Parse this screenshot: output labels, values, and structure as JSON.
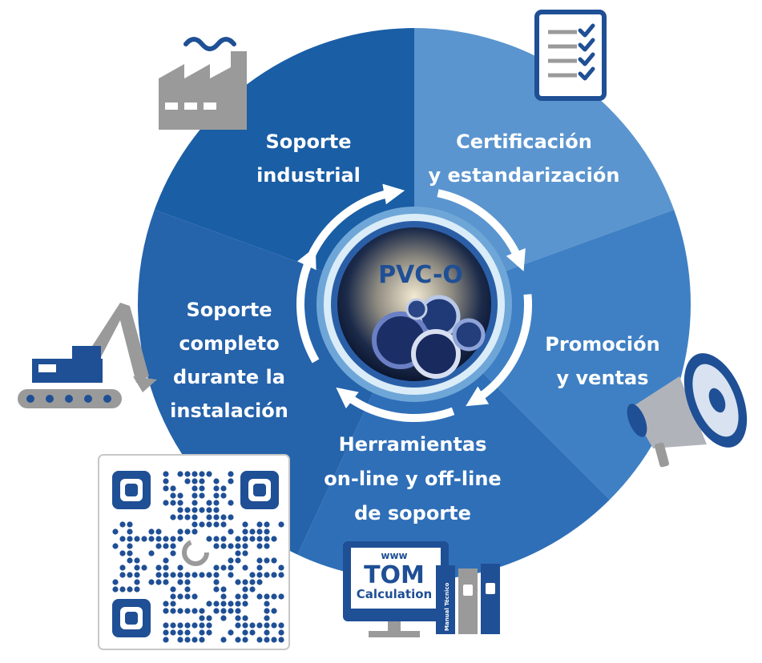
{
  "center": {
    "title": "PVC-O"
  },
  "segments": [
    {
      "id": "industrial",
      "lines": [
        "Soporte",
        "industrial"
      ],
      "color": "#1a5ea5"
    },
    {
      "id": "certificacion",
      "lines": [
        "Certificación",
        "y estandarización"
      ],
      "color": "#5b95cf"
    },
    {
      "id": "promocion",
      "lines": [
        "Promoción",
        "y ventas"
      ],
      "color": "#3f80c4"
    },
    {
      "id": "herramientas",
      "lines": [
        "Herramientas",
        "on-line y off-line",
        "de soporte"
      ],
      "color": "#2f6fb8"
    },
    {
      "id": "instalacion",
      "lines": [
        "Soporte",
        "completo",
        "durante la",
        "instalación"
      ],
      "color": "#2563ab"
    }
  ],
  "tools": {
    "www": "www",
    "brand": "TOM",
    "calc": "Calculation",
    "binder_label": "Manual Técnico"
  },
  "colors": {
    "dark_blue": "#1a5ea5",
    "gray": "#9a9a9a",
    "accent": "#1f4f95"
  },
  "icons": [
    "factory-icon",
    "checklist-icon",
    "megaphone-icon",
    "excavator-icon",
    "computer-binders-icon",
    "qr-code-icon"
  ]
}
